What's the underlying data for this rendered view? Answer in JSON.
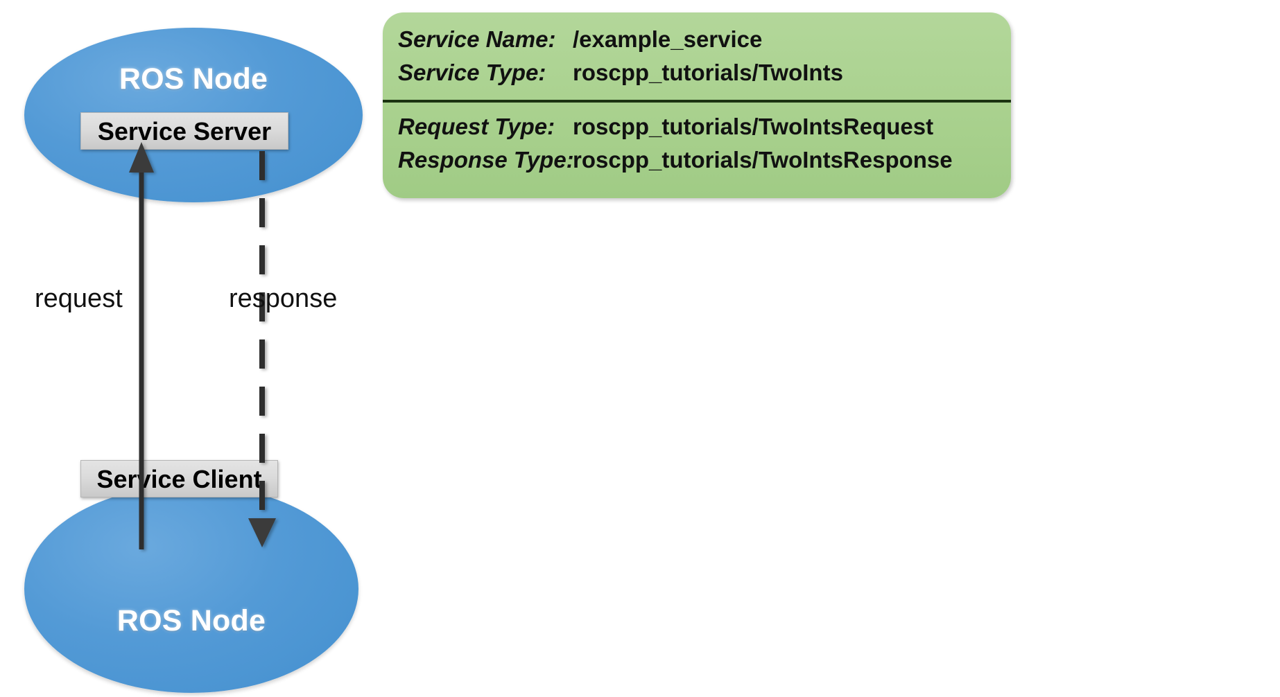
{
  "diagram": {
    "title": "ROS Service Communication",
    "colors": {
      "node_blue": "#539ad6",
      "role_box_gray": "#dbdbdb",
      "info_panel_green": "#a9d18e",
      "divider_dark_green": "#1b3311",
      "connector_dark": "#333333",
      "node_label_white": "#ffffff"
    }
  },
  "server_node": {
    "title": "ROS Node",
    "role_label": "Service Server"
  },
  "client_node": {
    "title": "ROS Node",
    "role_label": "Service Client"
  },
  "edges": {
    "request": {
      "label": "request",
      "style": "solid",
      "direction": "client-to-server"
    },
    "response": {
      "label": "response",
      "style": "dashed",
      "direction": "server-to-client"
    }
  },
  "info_panel": {
    "identity": [
      {
        "key": "Service Name:",
        "value": "/example_service"
      },
      {
        "key": "Service Type:",
        "value": "roscpp_tutorials/TwoInts"
      }
    ],
    "types": [
      {
        "key": "Request Type:",
        "value": "roscpp_tutorials/TwoIntsRequest"
      },
      {
        "key": "Response Type:",
        "value": "roscpp_tutorials/TwoIntsResponse"
      }
    ]
  }
}
